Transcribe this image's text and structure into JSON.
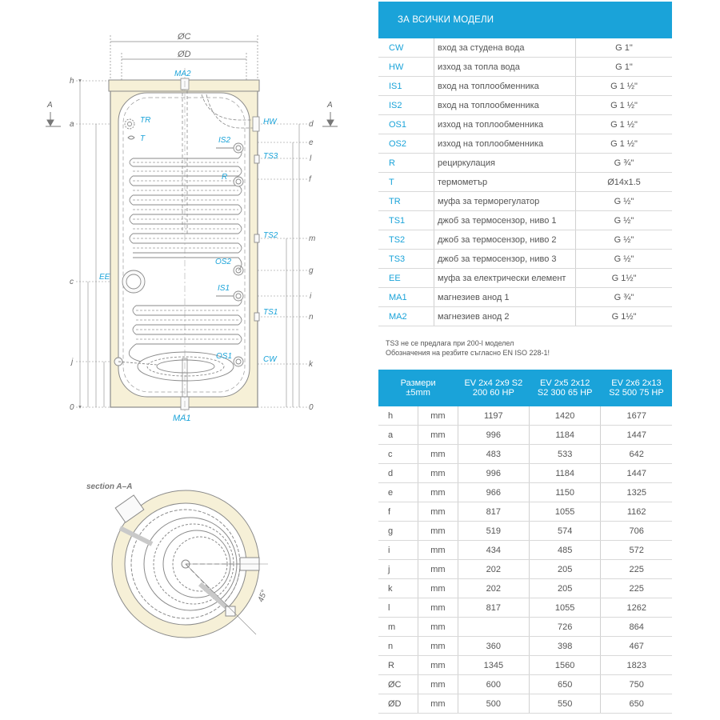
{
  "connections": {
    "header": "ЗА ВСИЧКИ МОДЕЛИ",
    "rows": [
      {
        "code": "CW",
        "desc": "вход за студена вода",
        "thread": "G 1\""
      },
      {
        "code": "HW",
        "desc": "изход за топла вода",
        "thread": "G 1\""
      },
      {
        "code": "IS1",
        "desc": "вход на топлообменника",
        "thread": "G 1 ½\""
      },
      {
        "code": "IS2",
        "desc": "вход на топлообменника",
        "thread": "G 1 ½\""
      },
      {
        "code": "OS1",
        "desc": "изход на топлообменника",
        "thread": "G 1 ½\""
      },
      {
        "code": "OS2",
        "desc": "изход на топлообменника",
        "thread": "G 1 ½\""
      },
      {
        "code": "R",
        "desc": "рециркулация",
        "thread": "G ¾\""
      },
      {
        "code": "T",
        "desc": "термометър",
        "thread": "Ø14x1.5"
      },
      {
        "code": "TR",
        "desc": "муфа за терморегулатор",
        "thread": "G ½\""
      },
      {
        "code": "TS1",
        "desc": "джоб за термосензор, ниво 1",
        "thread": "G ½\""
      },
      {
        "code": "TS2",
        "desc": "джоб за термосензор, ниво 2",
        "thread": "G ½\""
      },
      {
        "code": "TS3",
        "desc": "джоб за термосензор, ниво 3",
        "thread": "G ½\""
      },
      {
        "code": "EE",
        "desc": "муфа за електрически елемент",
        "thread": "G 1½\""
      },
      {
        "code": "MA1",
        "desc": "магнезиев анод 1",
        "thread": "G ¾\""
      },
      {
        "code": "MA2",
        "desc": "магнезиев анод 2",
        "thread": "G 1½\""
      }
    ]
  },
  "note": {
    "line1": "TS3 не се предлага при 200-l моделел",
    "line2": "Обозначения на резбите съгласно EN ISO 228-1!"
  },
  "dimensions": {
    "header_label": "Размери ±5mm",
    "models": [
      "EV 2x4 2x9 S2 200 60 HP",
      "EV 2x5 2x12 S2 300 65 HP",
      "EV 2x6 2x13 S2 500 75 HP"
    ],
    "rows": [
      {
        "code": "h",
        "unit": "mm",
        "v1": "1197",
        "v2": "1420",
        "v3": "1677"
      },
      {
        "code": "a",
        "unit": "mm",
        "v1": "996",
        "v2": "1184",
        "v3": "1447"
      },
      {
        "code": "c",
        "unit": "mm",
        "v1": "483",
        "v2": "533",
        "v3": "642"
      },
      {
        "code": "d",
        "unit": "mm",
        "v1": "996",
        "v2": "1184",
        "v3": "1447"
      },
      {
        "code": "e",
        "unit": "mm",
        "v1": "966",
        "v2": "1150",
        "v3": "1325"
      },
      {
        "code": "f",
        "unit": "mm",
        "v1": "817",
        "v2": "1055",
        "v3": "1162"
      },
      {
        "code": "g",
        "unit": "mm",
        "v1": "519",
        "v2": "574",
        "v3": "706"
      },
      {
        "code": "i",
        "unit": "mm",
        "v1": "434",
        "v2": "485",
        "v3": "572"
      },
      {
        "code": "j",
        "unit": "mm",
        "v1": "202",
        "v2": "205",
        "v3": "225"
      },
      {
        "code": "k",
        "unit": "mm",
        "v1": "202",
        "v2": "205",
        "v3": "225"
      },
      {
        "code": "l",
        "unit": "mm",
        "v1": "817",
        "v2": "1055",
        "v3": "1262"
      },
      {
        "code": "m",
        "unit": "mm",
        "v1": "",
        "v2": "726",
        "v3": "864"
      },
      {
        "code": "n",
        "unit": "mm",
        "v1": "360",
        "v2": "398",
        "v3": "467"
      },
      {
        "code": "R",
        "unit": "mm",
        "v1": "1345",
        "v2": "1560",
        "v3": "1823"
      },
      {
        "code": "ØC",
        "unit": "mm",
        "v1": "600",
        "v2": "650",
        "v3": "750"
      },
      {
        "code": "ØD",
        "unit": "mm",
        "v1": "500",
        "v2": "550",
        "v3": "650"
      }
    ]
  },
  "drawing": {
    "dia_outer": "ØC",
    "dia_inner": "ØD",
    "letters": {
      "h": "h",
      "a": "a",
      "c": "c",
      "j": "j",
      "zero": "0",
      "d": "d",
      "e": "e",
      "l": "l",
      "f": "f",
      "m": "m",
      "g": "g",
      "i": "i",
      "n": "n",
      "k": "k",
      "section": "A"
    },
    "callouts": {
      "MA2": "MA2",
      "MA1": "MA1",
      "TR": "TR",
      "T": "T",
      "IS2": "IS2",
      "TS3": "TS3",
      "R": "R",
      "HW": "HW",
      "TS2": "TS2",
      "OS2": "OS2",
      "EE": "EE",
      "IS1": "IS1",
      "TS1": "TS1",
      "OS1": "OS1",
      "CW": "CW"
    },
    "section_label": "section A–A",
    "angle": "45°"
  },
  "colors": {
    "accent": "#1aa3d9",
    "insulation": "#f6f0d7",
    "outline": "#8a8a8a"
  }
}
